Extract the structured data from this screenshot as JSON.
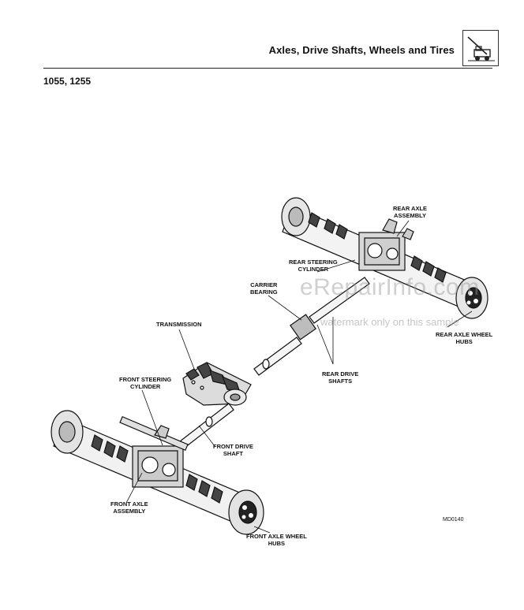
{
  "header": {
    "title": "Axles, Drive Shafts, Wheels and Tires",
    "icon": "forklift-icon"
  },
  "model": "1055, 1255",
  "callouts": {
    "rear_axle_assembly": "REAR AXLE\nASSEMBLY",
    "rear_steering_cylinder": "REAR STEERING\nCYLINDER",
    "carrier_bearing": "CARRIER\nBEARING",
    "transmission": "TRANSMISSION",
    "rear_axle_wheel_hubs": "REAR AXLE WHEEL\nHUBS",
    "rear_drive_shafts": "REAR DRIVE\nSHAFTS",
    "front_steering_cylinder": "FRONT STEERING\nCYLINDER",
    "front_drive_shaft": "FRONT DRIVE\nSHAFT",
    "front_axle_assembly": "FRONT AXLE\nASSEMBLY",
    "front_axle_wheel_hubs": "FRONT AXLE WHEEL\nHUBS"
  },
  "figure_code": "MD0140",
  "watermark": {
    "site": "eRepairInfo.com",
    "note": "watermark only on this sample"
  }
}
